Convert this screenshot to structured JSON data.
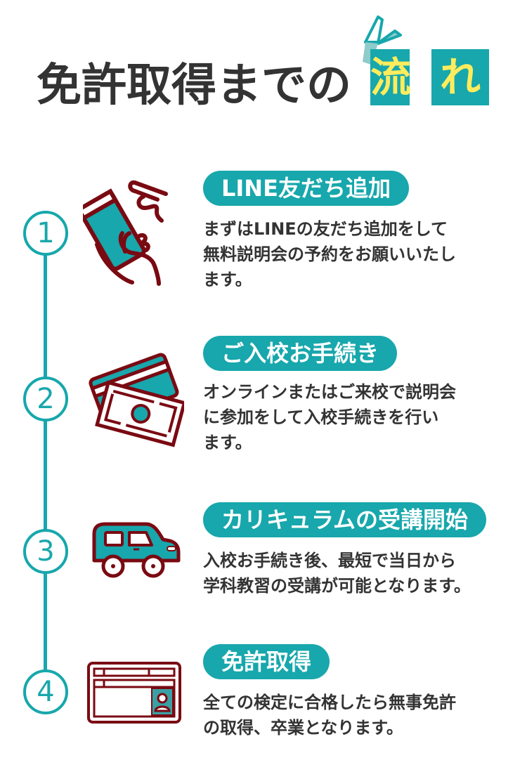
{
  "header": {
    "title_main": "免許取得までの",
    "title_accent_1": "流",
    "title_accent_2": "れ",
    "icon": "beginner-mark-icon"
  },
  "colors": {
    "teal": "#17A7AC",
    "yellow": "#FFEC5C",
    "maroon": "#7A0A12",
    "text": "#333333"
  },
  "steps": [
    {
      "number": "1",
      "icon": "hand-smartphone-icon",
      "title": "LINE友だち追加",
      "description": "まずはLINEの友だち追加をして\n無料説明会の予約をお願いいたし\nます。"
    },
    {
      "number": "2",
      "icon": "card-and-cash-icon",
      "title": "ご入校お手続き",
      "description": "オンラインまたはご来校で説明会\nに参加をして入校手続きを行い\nます。"
    },
    {
      "number": "3",
      "icon": "car-icon",
      "title": "カリキュラムの受講開始",
      "description": "入校お手続き後、最短で当日から\n学科教習の受講が可能となります。"
    },
    {
      "number": "4",
      "icon": "license-card-icon",
      "title": "免許取得",
      "description": "全ての検定に合格したら無事免許\nの取得、卒業となります。"
    }
  ]
}
